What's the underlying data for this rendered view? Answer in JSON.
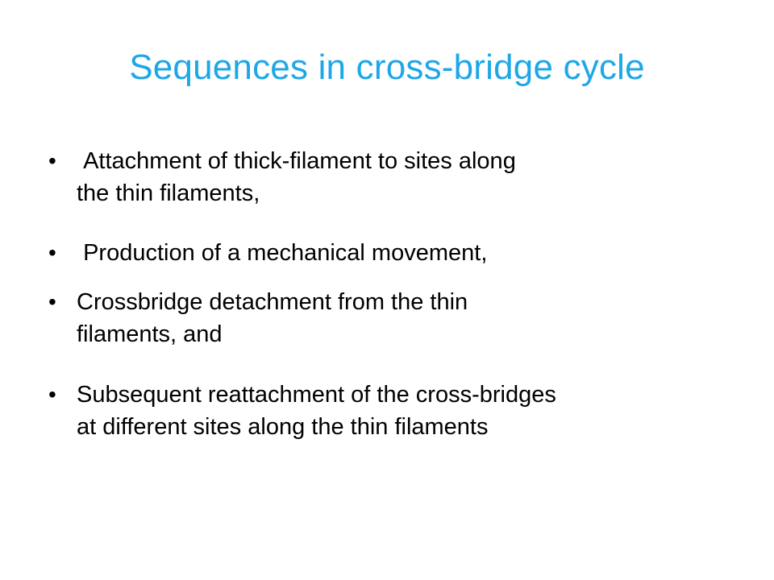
{
  "slide": {
    "title": "Sequences in cross-bridge cycle",
    "title_color": "#1ea7e8",
    "bullet_symbol": "•",
    "bullets": [
      " Attachment of thick-filament to sites along\nthe thin filaments,",
      " Production of a mechanical movement,",
      "Crossbridge detachment from the thin\nfilaments, and",
      "Subsequent reattachment of the cross-bridges\nat different sites along the thin filaments"
    ]
  }
}
